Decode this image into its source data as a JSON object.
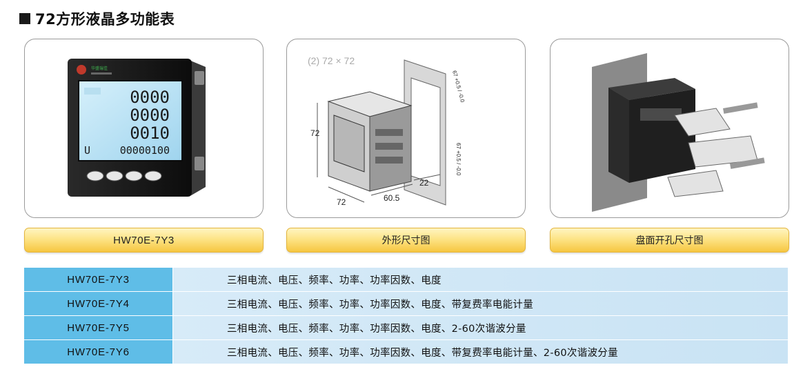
{
  "heading": {
    "title": "72方形液晶多功能表"
  },
  "panels": {
    "meter": {
      "brand": "华盛瑞佳",
      "lines": [
        "0000",
        "0000",
        "0010"
      ],
      "energy_prefix": "U",
      "energy": "00000100"
    },
    "outline": {
      "size_label": "(2)  72  ×  72",
      "dim_height": "72",
      "dim_width": "72",
      "dim_depth": "60.5",
      "dim_rear": "22",
      "cutout_top": "67 +0.5 / -0.0",
      "cutout_side": "67 +0.5 / -0.0"
    },
    "cutout": {}
  },
  "captions": [
    "HW70E-7Y3",
    "外形尺寸图",
    "盘面开孔尺寸图"
  ],
  "specs": [
    {
      "model": "HW70E-7Y3",
      "desc": "三相电流、电压、频率、功率、功率因数、电度"
    },
    {
      "model": "HW70E-7Y4",
      "desc": "三相电流、电压、频率、功率、功率因数、电度、带复费率电能计量"
    },
    {
      "model": "HW70E-7Y5",
      "desc": "三相电流、电压、频率、功率、功率因数、电度、2-60次谐波分量"
    },
    {
      "model": "HW70E-7Y6",
      "desc": "三相电流、电压、频率、功率、功率因数、电度、带复费率电能计量、2-60次谐波分量"
    }
  ]
}
